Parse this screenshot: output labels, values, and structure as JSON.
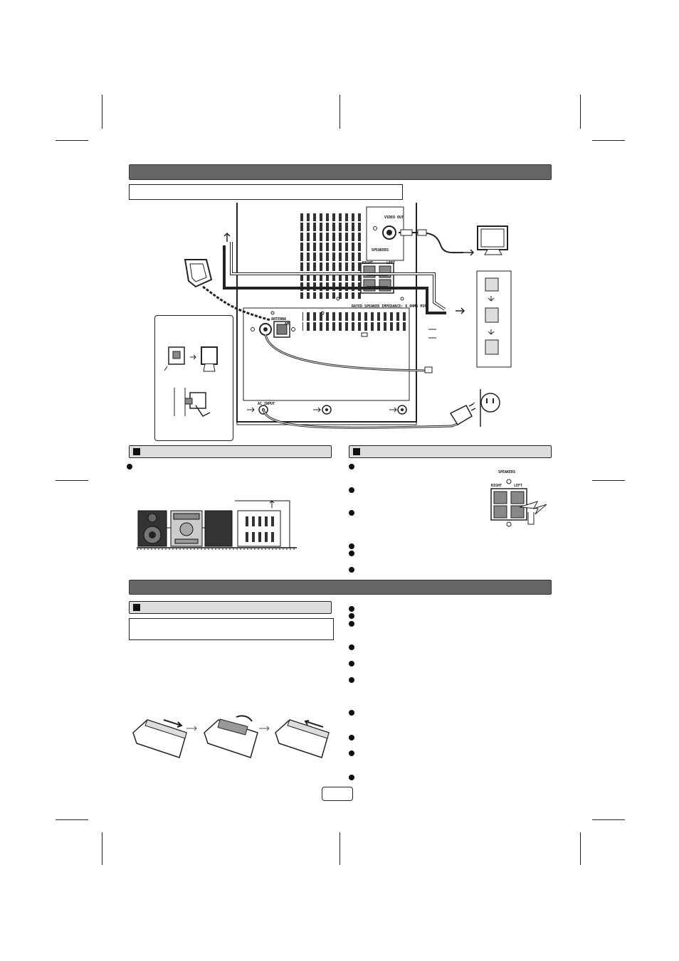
{
  "diagram_labels": {
    "video_out": "VIDEO OUT",
    "speakers": "SPEAKERS",
    "right": "RIGHT",
    "left": "LEFT",
    "antenna": "ANTENNA",
    "am": "AM",
    "rated_speaker_impedance": "RATED SPEAKER IMPEDANCE: 6 OHMS MIN.",
    "ac_input": "AC INPUT"
  },
  "inset_labels": {
    "speakers": "SPEAKERS",
    "right": "RIGHT",
    "left": "LEFT"
  },
  "colors": {
    "section_bar": "#666666",
    "sub_bar": "#dddddd",
    "line": "#222222"
  },
  "icons": [
    "am-loop-antenna-icon",
    "tv-monitor-icon",
    "ac-plug-icon",
    "wall-outlet-icon",
    "remote-control-icon",
    "speaker-icon",
    "main-unit-icon"
  ]
}
